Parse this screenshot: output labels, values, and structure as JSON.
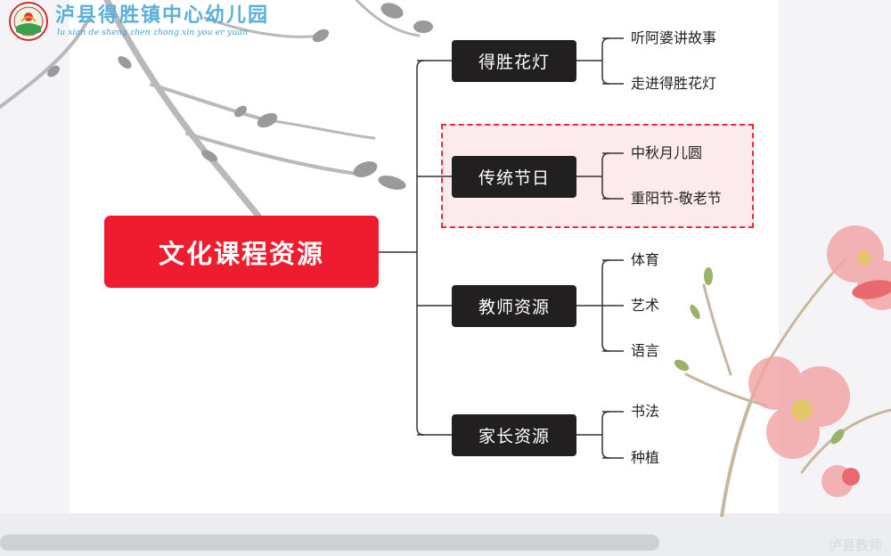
{
  "logo": {
    "name_cn": "泸县得胜镇中心幼儿园",
    "name_pinyin": "lu xian de sheng zhen zhong xin you er yuan"
  },
  "mindmap": {
    "root": "文化课程资源",
    "branches": [
      {
        "label": "得胜花灯",
        "highlighted": false,
        "leaves": [
          "听阿婆讲故事",
          "走进得胜花灯"
        ]
      },
      {
        "label": "传统节日",
        "highlighted": true,
        "leaves": [
          "中秋月儿圆",
          "重阳节-敬老节"
        ]
      },
      {
        "label": "教师资源",
        "highlighted": false,
        "leaves": [
          "体育",
          "艺术",
          "语言"
        ]
      },
      {
        "label": "家长资源",
        "highlighted": false,
        "leaves": [
          "书法",
          "种植"
        ]
      }
    ]
  },
  "colors": {
    "root_fill": "#ee1c2e",
    "branch_fill": "#221f20",
    "highlight_border": "#ea2a38",
    "highlight_fill": "#fdeaec"
  },
  "watermark": "泸县教师"
}
